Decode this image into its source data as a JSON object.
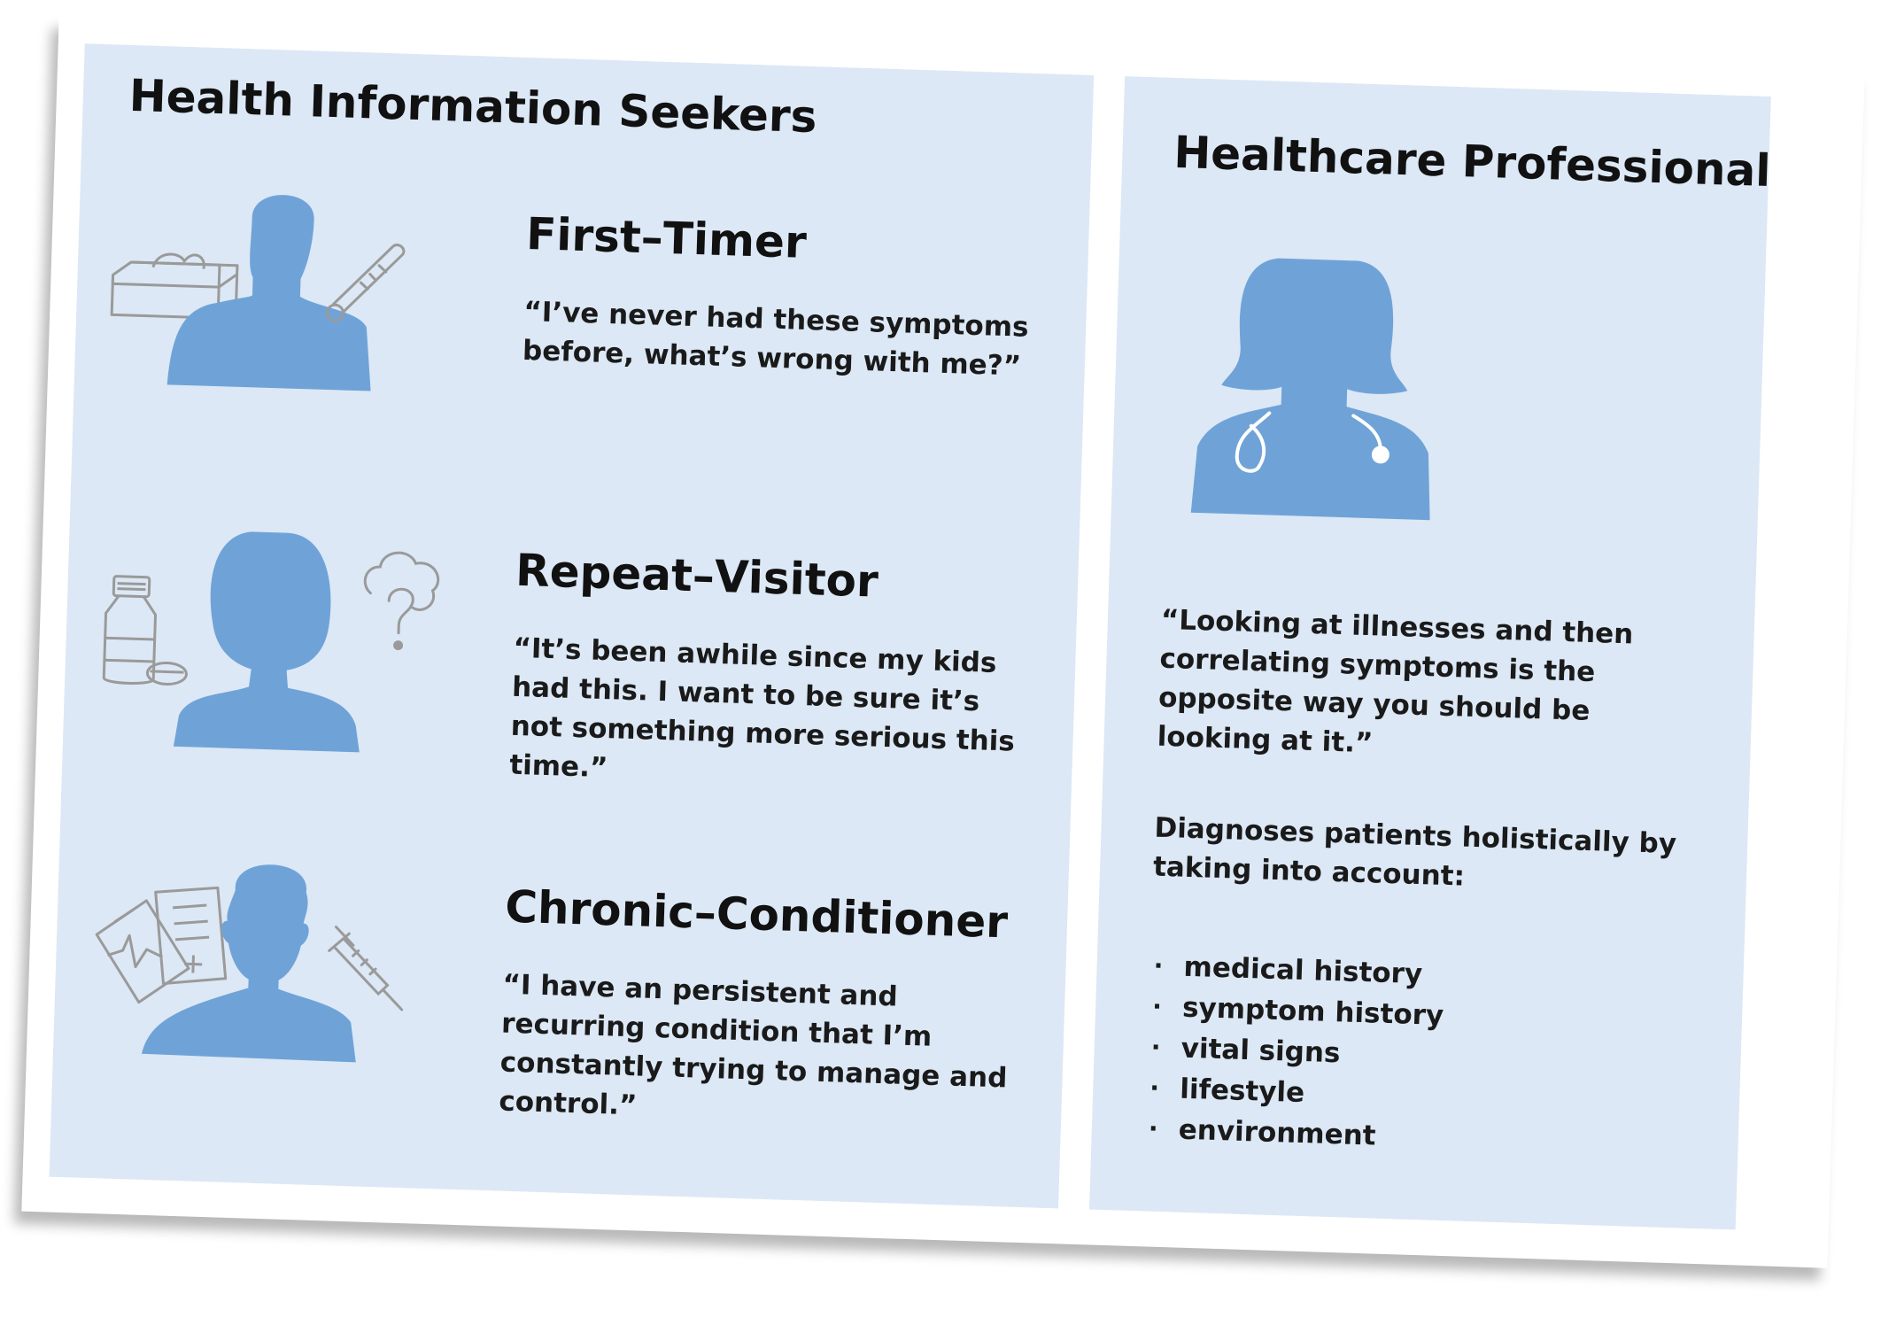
{
  "colors": {
    "panel": "#dce8f5",
    "silhouette": "#6fa3d8",
    "prop_stroke": "#9a9a9a",
    "text": "#111111"
  },
  "left_panel": {
    "title": "Health Information Seekers",
    "personas": [
      {
        "name": "First–Timer",
        "quote": "“I’ve never had these symptoms before, what’s wrong with me?”",
        "icons": [
          "person-silhouette-icon",
          "tissue-box-icon",
          "thermometer-icon"
        ]
      },
      {
        "name": "Repeat–Visitor",
        "quote": "“It’s been awhile since my kids had this. I want to be sure it’s not something more serious this time.”",
        "icons": [
          "woman-silhouette-icon",
          "medicine-bottle-icon",
          "thought-bubble-question-icon"
        ]
      },
      {
        "name": "Chronic–Conditioner",
        "quote": "“I have an persistent and recurring condition that I’m constantly trying to manage and control.”",
        "icons": [
          "person-silhouette-icon",
          "medical-chart-icon",
          "syringe-icon"
        ]
      }
    ]
  },
  "right_panel": {
    "title": "Healthcare Professional",
    "icons": [
      "doctor-silhouette-icon",
      "stethoscope-icon"
    ],
    "quote": "“Looking at illnesses and then correlating symptoms is the opposite way you should be looking at it.”",
    "intro": "Diagnoses patients holistically by taking into account:",
    "bullet": "·",
    "factors": [
      "medical history",
      "symptom history",
      "vital signs",
      "lifestyle",
      "environment"
    ]
  }
}
